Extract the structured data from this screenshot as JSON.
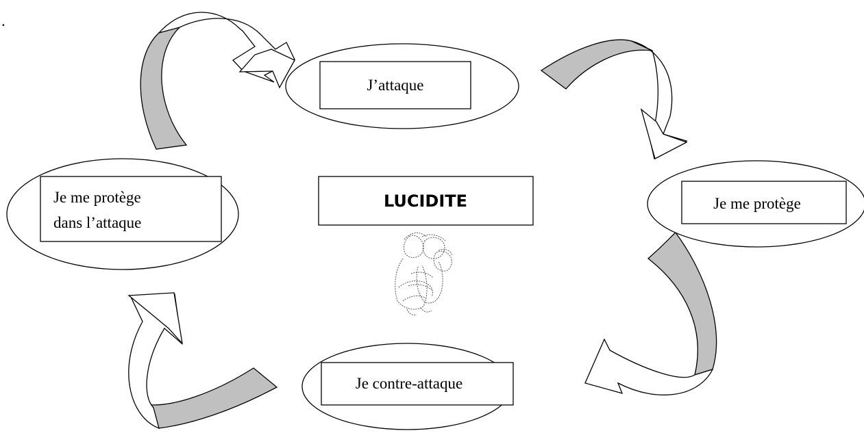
{
  "stray_mark": ".",
  "center": {
    "title": "LUCIDITE",
    "illustration_icon": "embracing-figures-sketch"
  },
  "nodes": [
    {
      "id": "attack",
      "lines": [
        "J’attaque"
      ]
    },
    {
      "id": "protect",
      "lines": [
        "Je me protège"
      ]
    },
    {
      "id": "counter",
      "lines": [
        "Je contre-attaque"
      ]
    },
    {
      "id": "protect-in-attack",
      "lines": [
        "Je me protège",
        "dans l’attaque"
      ]
    }
  ],
  "colors": {
    "arrow_band": "#c0c0c0",
    "arrow_head": "#ffffff",
    "outline": "#000000"
  }
}
